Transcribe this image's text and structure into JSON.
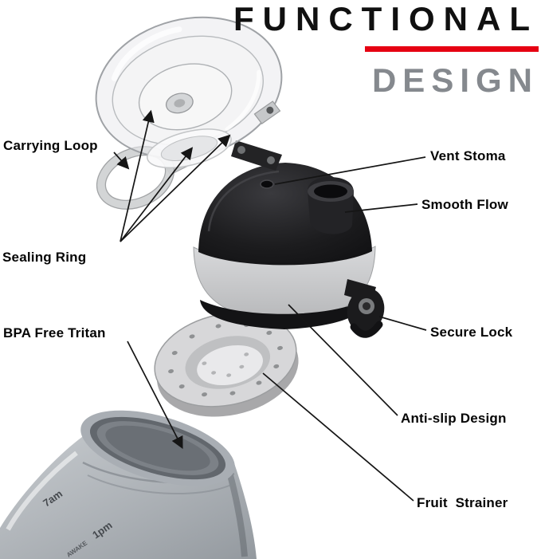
{
  "title": {
    "line1": "FUNCTIONAL",
    "line2": "DESIGN"
  },
  "callouts": {
    "left": [
      {
        "id": "carrying-loop",
        "label": "Carrying Loop"
      },
      {
        "id": "sealing-ring",
        "label": "Sealing Ring"
      },
      {
        "id": "bpa-free-tritan",
        "label": "BPA Free Tritan"
      }
    ],
    "right": [
      {
        "id": "vent-stoma",
        "label": "Vent Stoma"
      },
      {
        "id": "smooth-flow",
        "label": "Smooth Flow"
      },
      {
        "id": "secure-lock",
        "label": "Secure Lock"
      },
      {
        "id": "anti-slip-design",
        "label": "Anti-slip Design"
      },
      {
        "id": "fruit-strainer",
        "label": "Fruit  Strainer"
      }
    ]
  },
  "bottle_markings": {
    "time_7am": "7am",
    "time_1pm": "1pm",
    "slogan": "AWAKE"
  },
  "colors": {
    "accent_red": "#e60012",
    "title_black": "#101010",
    "title_gray": "#85898e",
    "label_text": "#050505"
  }
}
